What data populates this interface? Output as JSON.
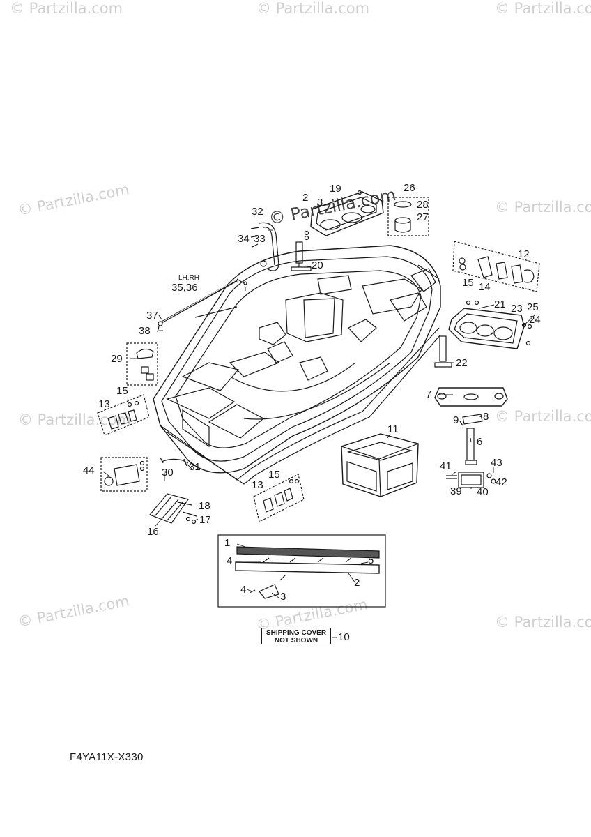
{
  "watermarks": {
    "text": "© Partzilla.com",
    "banner": "© Partzilla.com"
  },
  "callouts": {
    "c1": "1",
    "c2": "2",
    "c3": "3",
    "c4a": "4",
    "c4b": "4",
    "c5": "5",
    "c6": "6",
    "c7": "7",
    "c8": "8",
    "c9": "9",
    "c10": "10",
    "c11": "11",
    "c12": "12",
    "c13a": "13",
    "c13b": "13",
    "c14": "14",
    "c15a": "15",
    "c15b": "15",
    "c15c": "15",
    "c16": "16",
    "c17": "17",
    "c18": "18",
    "c19": "19",
    "c20": "20",
    "c21": "21",
    "c22": "22",
    "c23": "23",
    "c24": "24",
    "c25": "25",
    "c26": "26",
    "c27": "27",
    "c28": "28",
    "c29": "29",
    "c30": "30",
    "c31": "31",
    "c32": "32",
    "c33": "33",
    "c34": "34",
    "c3536": "35,36",
    "c37": "37",
    "c38": "38",
    "c39": "39",
    "c40": "40",
    "c41": "41",
    "c42": "42",
    "c43": "43",
    "c44": "44",
    "c2top": "2",
    "c3top": "3"
  },
  "side_label": "LH,RH",
  "shipping_cover": {
    "line1": "SHIPPING COVER",
    "line2": "NOT SHOWN"
  },
  "diagram_code": "F4YA11X-X330"
}
